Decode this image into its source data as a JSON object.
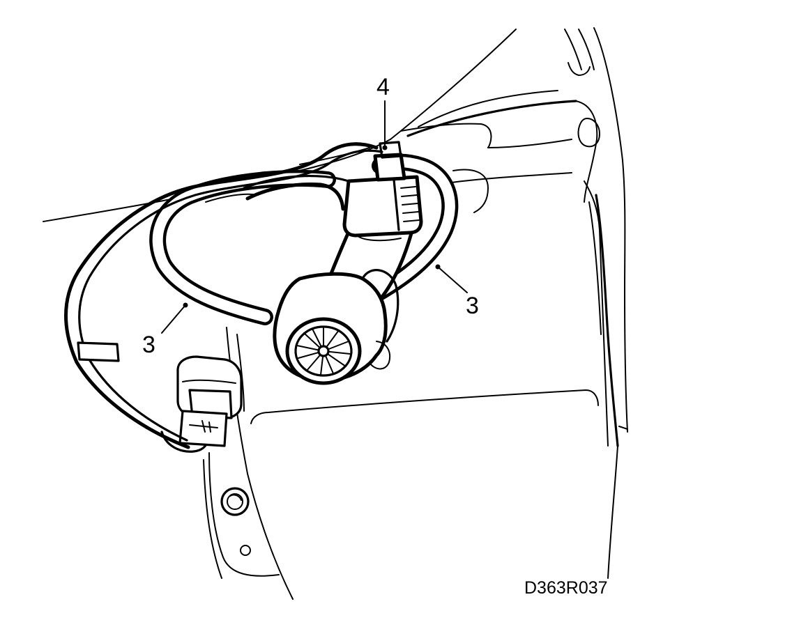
{
  "callouts": [
    {
      "id": "a",
      "label": "4"
    },
    {
      "id": "b",
      "label": "3"
    },
    {
      "id": "c",
      "label": "3"
    }
  ],
  "drawing_code": "D363R037"
}
